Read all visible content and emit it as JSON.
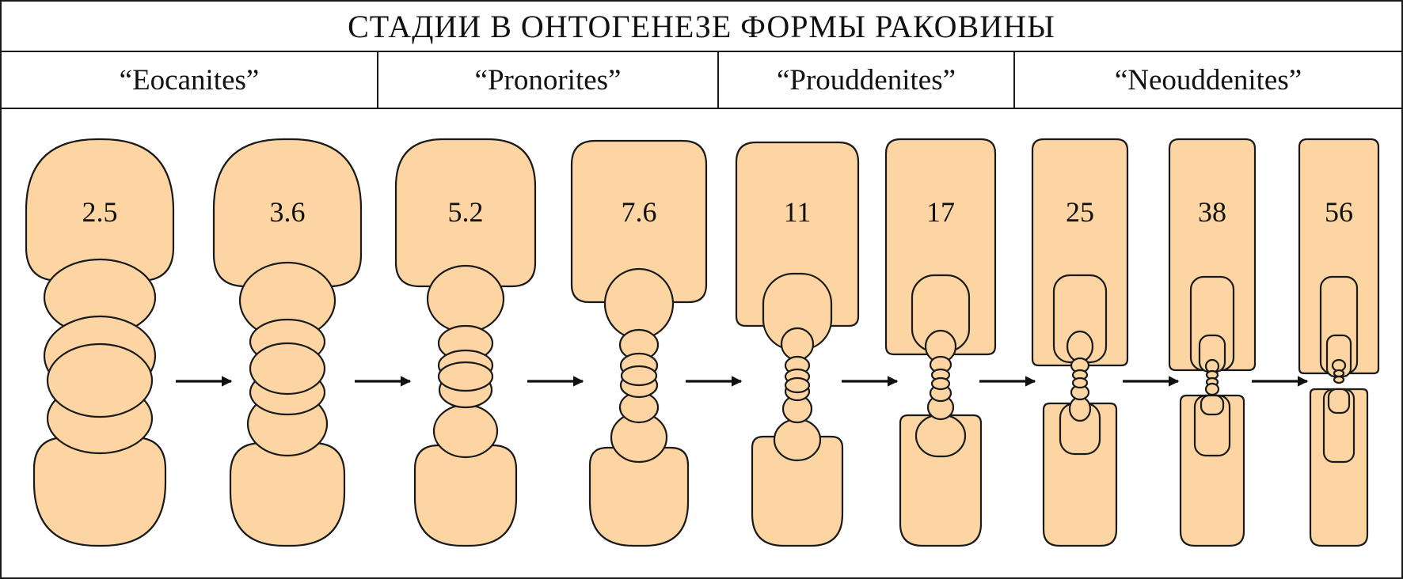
{
  "title": "СТАДИИ В ОНТОГЕНЕЗЕ ФОРМЫ РАКОВИНЫ",
  "stages": [
    {
      "label": "“Eocanites”"
    },
    {
      "label": "“Pronorites”"
    },
    {
      "label": "“Prouddenites”"
    },
    {
      "label": "“Neouddenites”"
    }
  ],
  "shells": [
    {
      "label": "2.5"
    },
    {
      "label": "3.6"
    },
    {
      "label": "5.2"
    },
    {
      "label": "7.6"
    },
    {
      "label": "11"
    },
    {
      "label": "17"
    },
    {
      "label": "25"
    },
    {
      "label": "38"
    },
    {
      "label": "56"
    }
  ],
  "colors": {
    "shell_fill": "#fdd5a3",
    "outline": "#1a1a1a",
    "arrow": "#111111"
  }
}
